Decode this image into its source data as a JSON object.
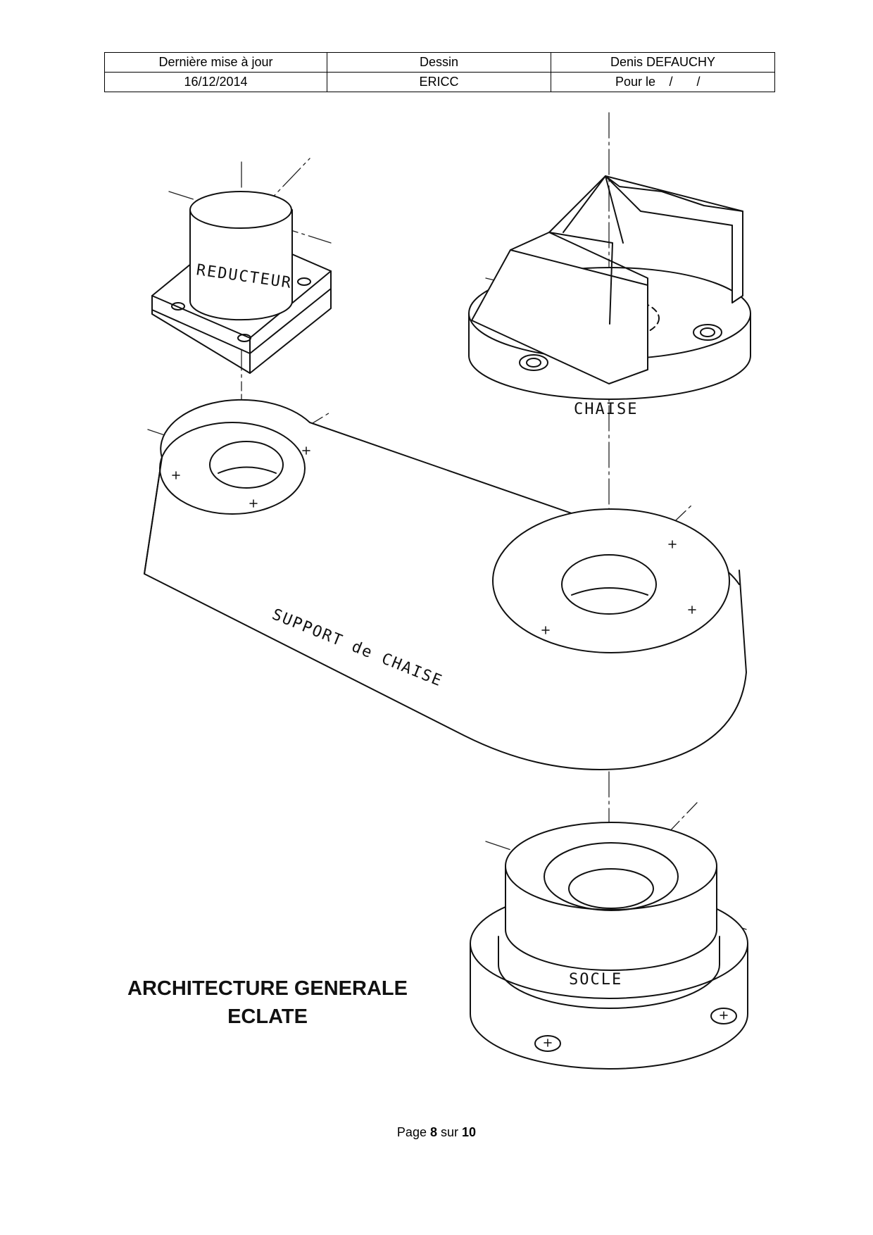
{
  "header": {
    "row1": {
      "col1": "Dernière mise à jour",
      "col2": "Dessin",
      "col3": "Denis DEFAUCHY"
    },
    "row2": {
      "col1": "16/12/2014",
      "col2": "ERICC",
      "col3_prefix": "Pour le",
      "col3_sep1": "/",
      "col3_sep2": "/"
    }
  },
  "drawing": {
    "labels": {
      "reducteur": "REDUCTEUR",
      "chaise": "CHAISE",
      "support": "SUPPORT de CHAISE",
      "socle": "SOCLE"
    }
  },
  "title": {
    "line1": "ARCHITECTURE GENERALE",
    "line2": "ECLATE"
  },
  "footer": {
    "page_prefix": "Page",
    "page_current": "8",
    "page_mid": "sur",
    "page_total": "10"
  }
}
